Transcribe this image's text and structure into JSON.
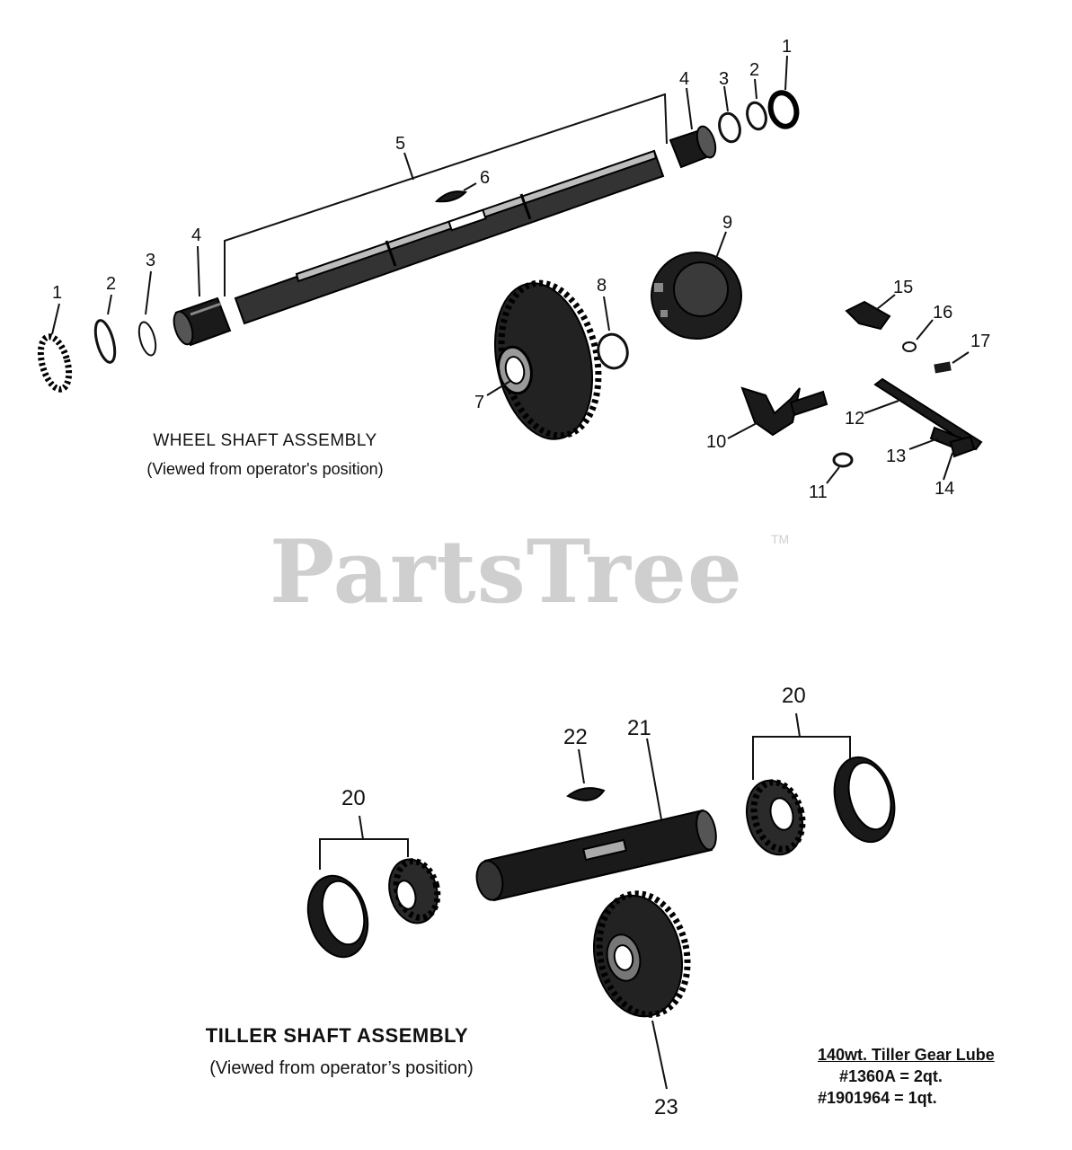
{
  "watermark": {
    "text": "PartsTree",
    "trademark": "TM"
  },
  "wheel_shaft_assembly": {
    "title": "WHEEL SHAFT ASSEMBLY",
    "subtitle": "(Viewed from operator's position)",
    "callouts": {
      "bearing_left": "1",
      "washer_left": "2",
      "ring_left": "3",
      "bushing_left": "4",
      "shaft": "5",
      "key": "6",
      "gear": "7",
      "ring_mid": "8",
      "hub": "9",
      "shift_fork": "10",
      "small_ring": "11",
      "rod": "12",
      "lever": "13",
      "lever_pin": "14",
      "bracket": "15",
      "washer_small": "16",
      "screw": "17",
      "bushing_right": "4",
      "ring_right": "3",
      "washer_right": "2",
      "bearing_right": "1"
    }
  },
  "tiller_shaft_assembly": {
    "title": "TILLER SHAFT ASSEMBLY",
    "subtitle": "(Viewed from operator’s position)",
    "callouts": {
      "bearing_set_left": "20",
      "bearing_set_right": "20",
      "shaft": "21",
      "key": "22",
      "gear": "23"
    }
  },
  "lube_note": {
    "title": "140wt. Tiller Gear Lube",
    "line_1": "#1360A = 2qt.",
    "line_2": "#1901964 = 1qt."
  }
}
